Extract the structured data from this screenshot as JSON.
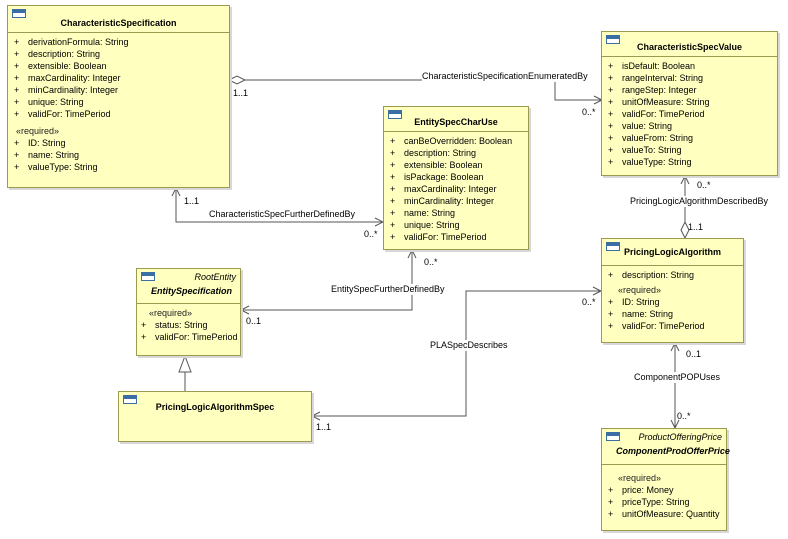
{
  "classes": {
    "characteristic_specification": {
      "name": "CharacteristicSpecification",
      "attributes": [
        {
          "vis": "+",
          "text": "derivationFormula: String"
        },
        {
          "vis": "+",
          "text": "description: String"
        },
        {
          "vis": "+",
          "text": "extensible: Boolean"
        },
        {
          "vis": "+",
          "text": "maxCardinality: Integer"
        },
        {
          "vis": "+",
          "text": "minCardinality: Integer"
        },
        {
          "vis": "+",
          "text": "unique: String"
        },
        {
          "vis": "+",
          "text": "validFor: TimePeriod"
        }
      ],
      "required_label": "«required»",
      "required_attributes": [
        {
          "vis": "+",
          "text": "ID: String"
        },
        {
          "vis": "+",
          "text": "name: String"
        },
        {
          "vis": "+",
          "text": "valueType: String"
        }
      ]
    },
    "characteristic_spec_value": {
      "name": "CharacteristicSpecValue",
      "attributes": [
        {
          "vis": "+",
          "text": "isDefault: Boolean"
        },
        {
          "vis": "+",
          "text": "rangeInterval: String"
        },
        {
          "vis": "+",
          "text": "rangeStep: Integer"
        },
        {
          "vis": "+",
          "text": "unitOfMeasure: String"
        },
        {
          "vis": "+",
          "text": "validFor: TimePeriod"
        },
        {
          "vis": "+",
          "text": "value: String"
        },
        {
          "vis": "+",
          "text": "valueFrom: String"
        },
        {
          "vis": "+",
          "text": "valueTo: String"
        },
        {
          "vis": "+",
          "text": "valueType: String"
        }
      ]
    },
    "entity_spec_char_use": {
      "name": "EntitySpecCharUse",
      "attributes": [
        {
          "vis": "+",
          "text": "canBeOverridden: Boolean"
        },
        {
          "vis": "+",
          "text": "description: String"
        },
        {
          "vis": "+",
          "text": "extensible: Boolean"
        },
        {
          "vis": "+",
          "text": "isPackage: Boolean"
        },
        {
          "vis": "+",
          "text": "maxCardinality: Integer"
        },
        {
          "vis": "+",
          "text": "minCardinality: Integer"
        },
        {
          "vis": "+",
          "text": "name: String"
        },
        {
          "vis": "+",
          "text": "unique: String"
        },
        {
          "vis": "+",
          "text": "validFor: TimePeriod"
        }
      ]
    },
    "entity_specification": {
      "stereotype": "RootEntity",
      "name": "EntitySpecification",
      "required_label": "«required»",
      "required_attributes": [
        {
          "vis": "+",
          "text": "status: String"
        },
        {
          "vis": "+",
          "text": "validFor: TimePeriod"
        }
      ]
    },
    "pricing_logic_algorithm": {
      "name": "PricingLogicAlgorithm",
      "attributes": [
        {
          "vis": "+",
          "text": "description: String"
        }
      ],
      "required_label": "«required»",
      "required_attributes": [
        {
          "vis": "+",
          "text": "ID: String"
        },
        {
          "vis": "+",
          "text": "name: String"
        },
        {
          "vis": "+",
          "text": "validFor: TimePeriod"
        }
      ]
    },
    "pricing_logic_algorithm_spec": {
      "name": "PricingLogicAlgorithmSpec"
    },
    "component_prod_offer_price": {
      "stereotype": "ProductOfferingPrice",
      "name": "ComponentProdOfferPrice",
      "required_label": "«required»",
      "required_attributes": [
        {
          "vis": "+",
          "text": "price: Money"
        },
        {
          "vis": "+",
          "text": "priceType: String"
        },
        {
          "vis": "+",
          "text": "unitOfMeasure: Quantity"
        }
      ]
    }
  },
  "associations": {
    "csev": {
      "name": "CharacteristicSpecificationEnumeratedBy",
      "source_mult": "1..1",
      "target_mult": "0..*"
    },
    "csfdb": {
      "name": "CharacteristicSpecFurtherDefinedBy",
      "source_mult": "1..1",
      "target_mult": "0..*"
    },
    "esfdb": {
      "name": "EntitySpecFurtherDefinedBy",
      "source_mult": "0..1",
      "target_mult": "0..*"
    },
    "plasd": {
      "name": "PLASpecDescribes",
      "source_mult": "1..1",
      "target_mult": "0..*"
    },
    "pladb": {
      "name": "PricingLogicAlgorithmDescribedBy",
      "source_mult": "0..*",
      "target_mult": "1..1"
    },
    "cpu": {
      "name": "ComponentPOPUses",
      "source_mult": "0..1",
      "target_mult": "0..*"
    }
  }
}
